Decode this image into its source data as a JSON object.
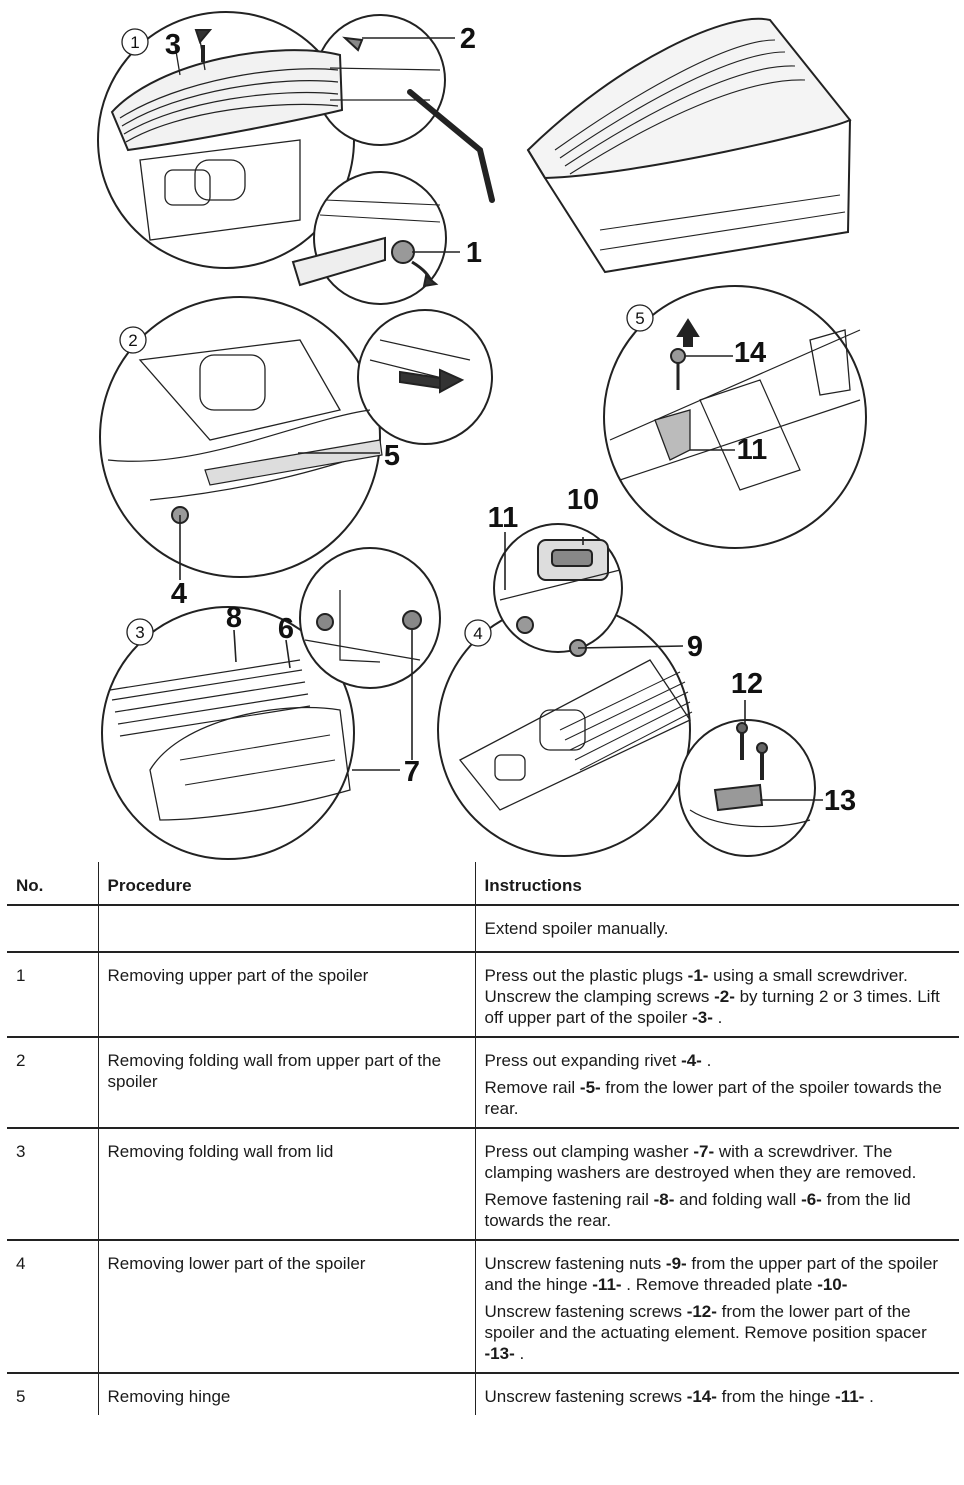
{
  "figure": {
    "circle_numbers": [
      "1",
      "2",
      "3",
      "4",
      "5"
    ],
    "callouts": [
      "1",
      "2",
      "3",
      "4",
      "5",
      "6",
      "7",
      "8",
      "9",
      "10",
      "11",
      "11",
      "12",
      "13",
      "14"
    ]
  },
  "table": {
    "headers": {
      "no": "No.",
      "procedure": "Procedure",
      "instructions": "Instructions"
    },
    "rows": [
      {
        "no": "",
        "procedure": "",
        "instructions": [
          "Extend spoiler manually."
        ]
      },
      {
        "no": "1",
        "procedure": "Removing upper part of the spoiler",
        "instructions": [
          "Press out the plastic plugs -1- using a small screwdriver. Unscrew the clamping screws -2- by turning 2 or 3 times. Lift off upper part of the spoiler -3- ."
        ]
      },
      {
        "no": "2",
        "procedure": "Removing folding wall from upper part of the spoiler",
        "instructions": [
          "Press out expanding rivet -4- .",
          "Remove rail -5- from the lower part of the spoiler towards the rear."
        ]
      },
      {
        "no": "3",
        "procedure": "Removing folding wall from lid",
        "instructions": [
          "Press out clamping washer -7- with a screwdriver. The clamping washers are destroyed when they are removed.",
          "Remove fastening rail -8- and folding wall -6- from the lid towards the rear."
        ]
      },
      {
        "no": "4",
        "procedure": "Removing lower part of the spoiler",
        "instructions": [
          "Unscrew fastening nuts -9- from the upper part of the spoiler and the hinge -11- . Remove threaded plate -10-",
          "Unscrew fastening screws -12- from the lower part of the spoiler and the actuating element. Remove position spacer -13- ."
        ]
      },
      {
        "no": "5",
        "procedure": "Removing hinge",
        "instructions": [
          "Unscrew fastening screws -14- from the hinge -11- ."
        ]
      }
    ]
  }
}
